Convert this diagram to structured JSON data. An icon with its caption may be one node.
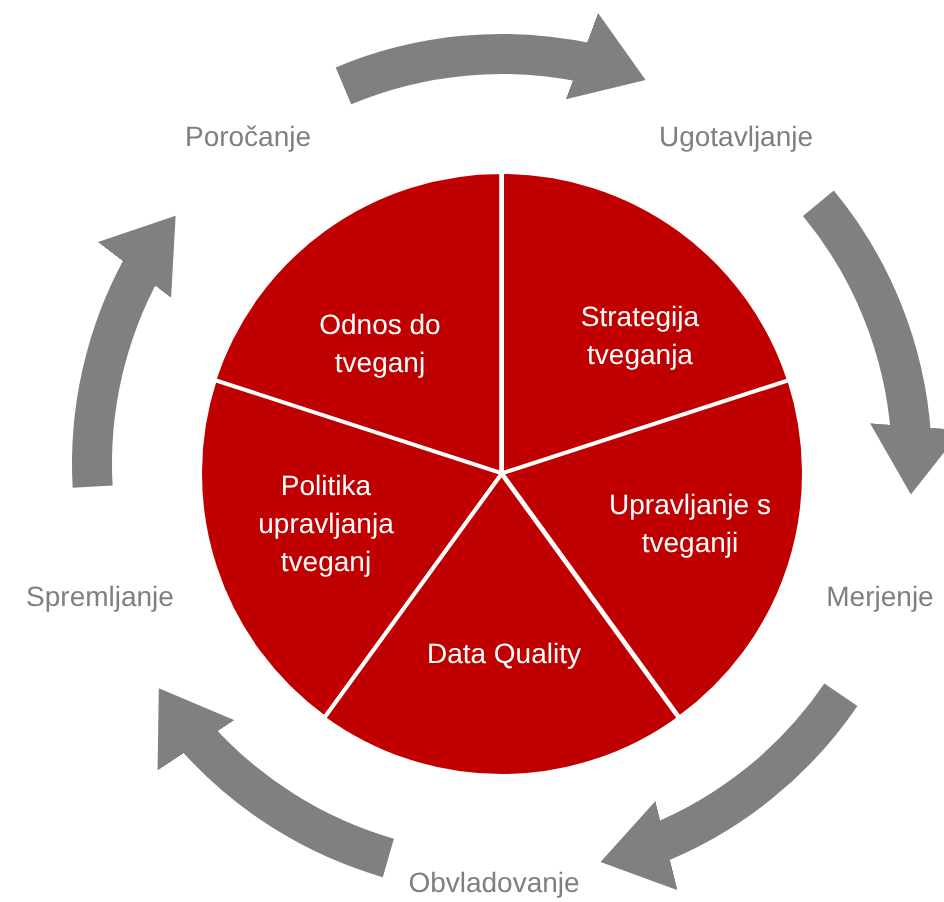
{
  "diagram": {
    "nodes": [
      {
        "text": [
          "Poročanje"
        ]
      },
      {
        "text": [
          "Ugotavljanje"
        ]
      },
      {
        "text": [
          "Odnos do tveganj"
        ]
      },
      {
        "text": [
          "Strategija tveganja"
        ]
      },
      {
        "text": [
          "Politika upravljanja tveganj"
        ]
      },
      {
        "text": [
          "Upravljanje s tveganji"
        ]
      },
      {
        "text": [
          "Spremljanje"
        ]
      },
      {
        "text": [
          "Merjenje"
        ]
      },
      {
        "text": [
          "Data Quality"
        ]
      },
      {
        "text": [
          "Obvladovanje"
        ]
      }
    ],
    "edges": [
      {
        "from": 0,
        "to": 1,
        "arrow": "to"
      },
      {
        "from": 1,
        "to": 7,
        "arrow": "to"
      },
      {
        "from": 7,
        "to": 9,
        "arrow": "to"
      },
      {
        "from": 9,
        "to": 6,
        "arrow": "to"
      },
      {
        "from": 6,
        "to": 0,
        "arrow": "to"
      }
    ]
  }
}
